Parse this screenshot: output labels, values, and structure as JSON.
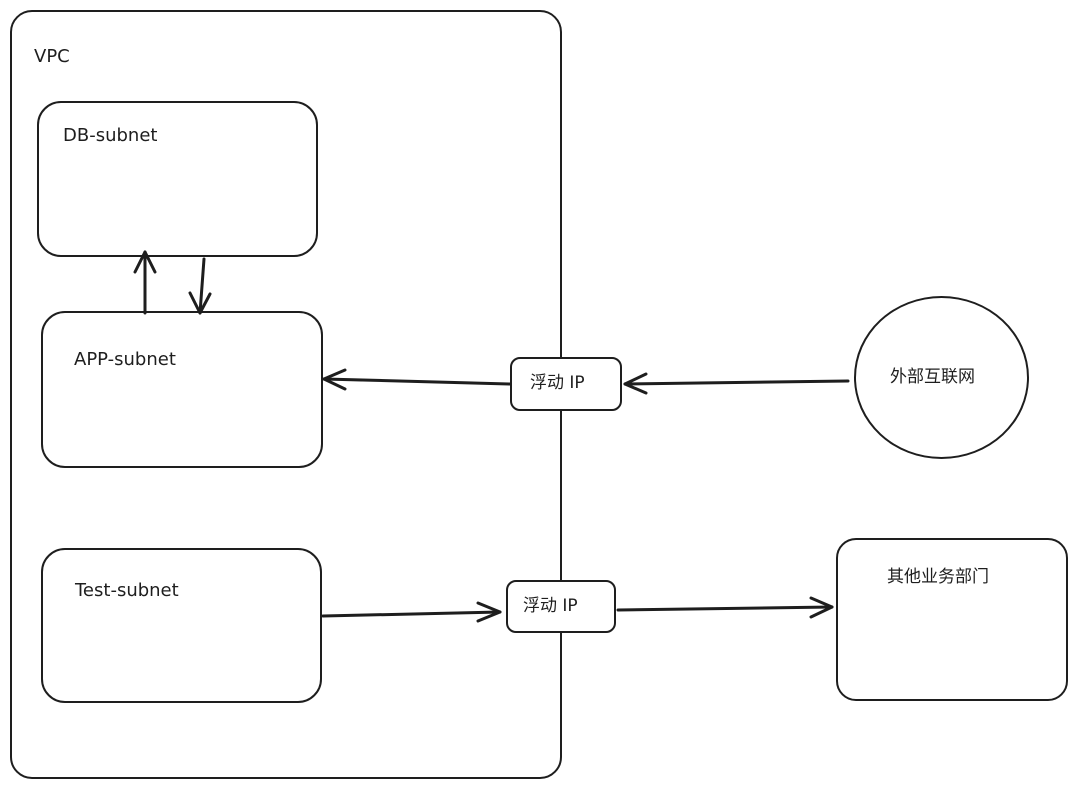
{
  "diagram": {
    "vpc": {
      "label": "VPC"
    },
    "db_subnet": {
      "label": "DB-subnet"
    },
    "app_subnet": {
      "label": "APP-subnet"
    },
    "test_subnet": {
      "label": "Test-subnet"
    },
    "floating_ip_top": {
      "label": "浮动 IP"
    },
    "floating_ip_bottom": {
      "label": "浮动 IP"
    },
    "internet": {
      "label": "外部互联网"
    },
    "other_department": {
      "label": "其他业务部门"
    },
    "edges": [
      {
        "from": "APP-subnet",
        "to": "DB-subnet"
      },
      {
        "from": "DB-subnet",
        "to": "APP-subnet"
      },
      {
        "from": "外部互联网",
        "to": "浮动 IP"
      },
      {
        "from": "浮动 IP",
        "to": "APP-subnet"
      },
      {
        "from": "Test-subnet",
        "to": "浮动 IP"
      },
      {
        "from": "浮动 IP",
        "to": "其他业务部门"
      }
    ]
  },
  "colors": {
    "stroke": "#1e1e1e",
    "background": "#ffffff"
  }
}
